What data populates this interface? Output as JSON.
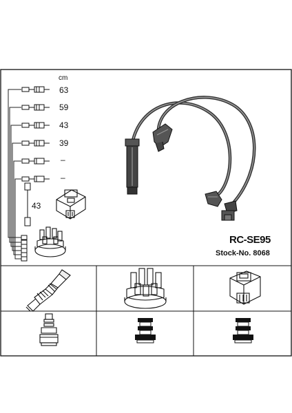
{
  "unit_label": "cm",
  "lengths": [
    "63",
    "59",
    "43",
    "39",
    "–",
    "–",
    "43"
  ],
  "part_number": "RC-SE95",
  "stock_number": "Stock-No. 8068",
  "icons": {
    "main_set": "ignition-cable-set-icon",
    "row1": [
      "spark-plug-icon",
      "distributor-cap-icon",
      "ignition-coil-icon"
    ],
    "row2": [
      "plug-boot-connector-icon",
      "cap-terminal-connector-icon",
      "coil-terminal-connector-icon"
    ]
  }
}
